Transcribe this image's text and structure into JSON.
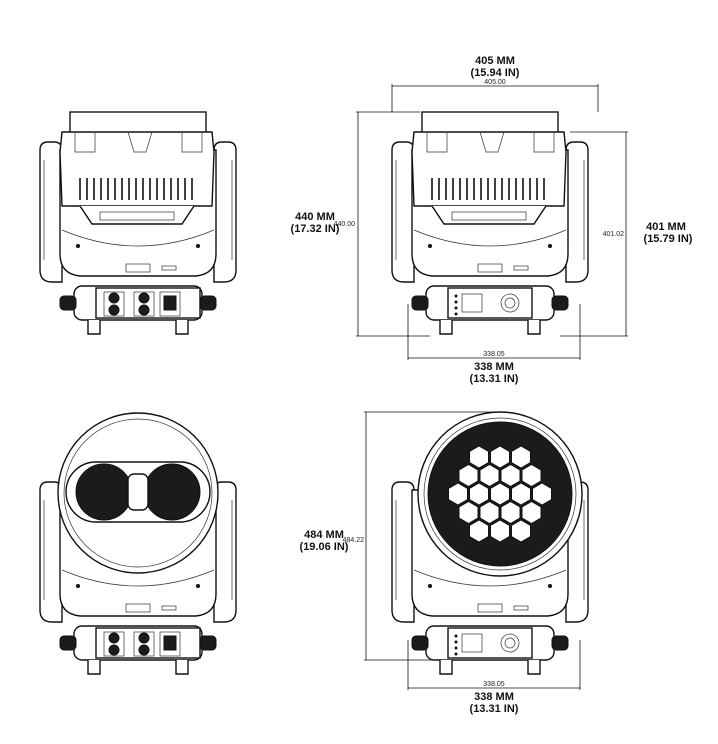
{
  "dimensions": {
    "top_width": {
      "mm": "405 MM",
      "in": "(15.94 IN)",
      "value": "405.00"
    },
    "top_height": {
      "mm": "440 MM",
      "in": "(17.32 IN)",
      "value": "440.00"
    },
    "top_side_height": {
      "mm": "401 MM",
      "in": "(15.79 IN)",
      "value": "401.02"
    },
    "top_base_width": {
      "mm": "338 MM",
      "in": "(13.31 IN)",
      "value": "338.05"
    },
    "bottom_height": {
      "mm": "484 MM",
      "in": "(19.06 IN)",
      "value": "484.22"
    },
    "bottom_base_width": {
      "mm": "338 MM",
      "in": "(13.31 IN)",
      "value": "338.05"
    }
  }
}
